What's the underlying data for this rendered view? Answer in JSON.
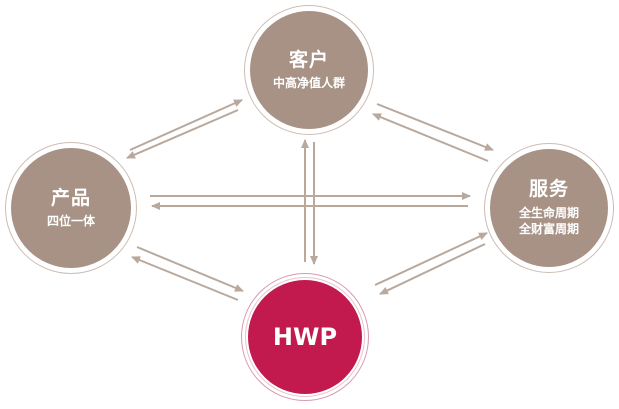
{
  "nodes": {
    "customer": {
      "title": "客户",
      "subtitle": "中高净值人群"
    },
    "product": {
      "title": "产品",
      "subtitle": "四位一体"
    },
    "service": {
      "title": "服务",
      "subtitle_lines": [
        "全生命周期",
        "全财富周期"
      ]
    },
    "hwp": {
      "title": "HWP"
    }
  },
  "colors": {
    "node_fill": "#a79285",
    "node_ring": "#cdbdb2",
    "hwp_fill": "#c21a4e",
    "hwp_ring": "#d99aae",
    "arrow": "#b9a89c"
  }
}
